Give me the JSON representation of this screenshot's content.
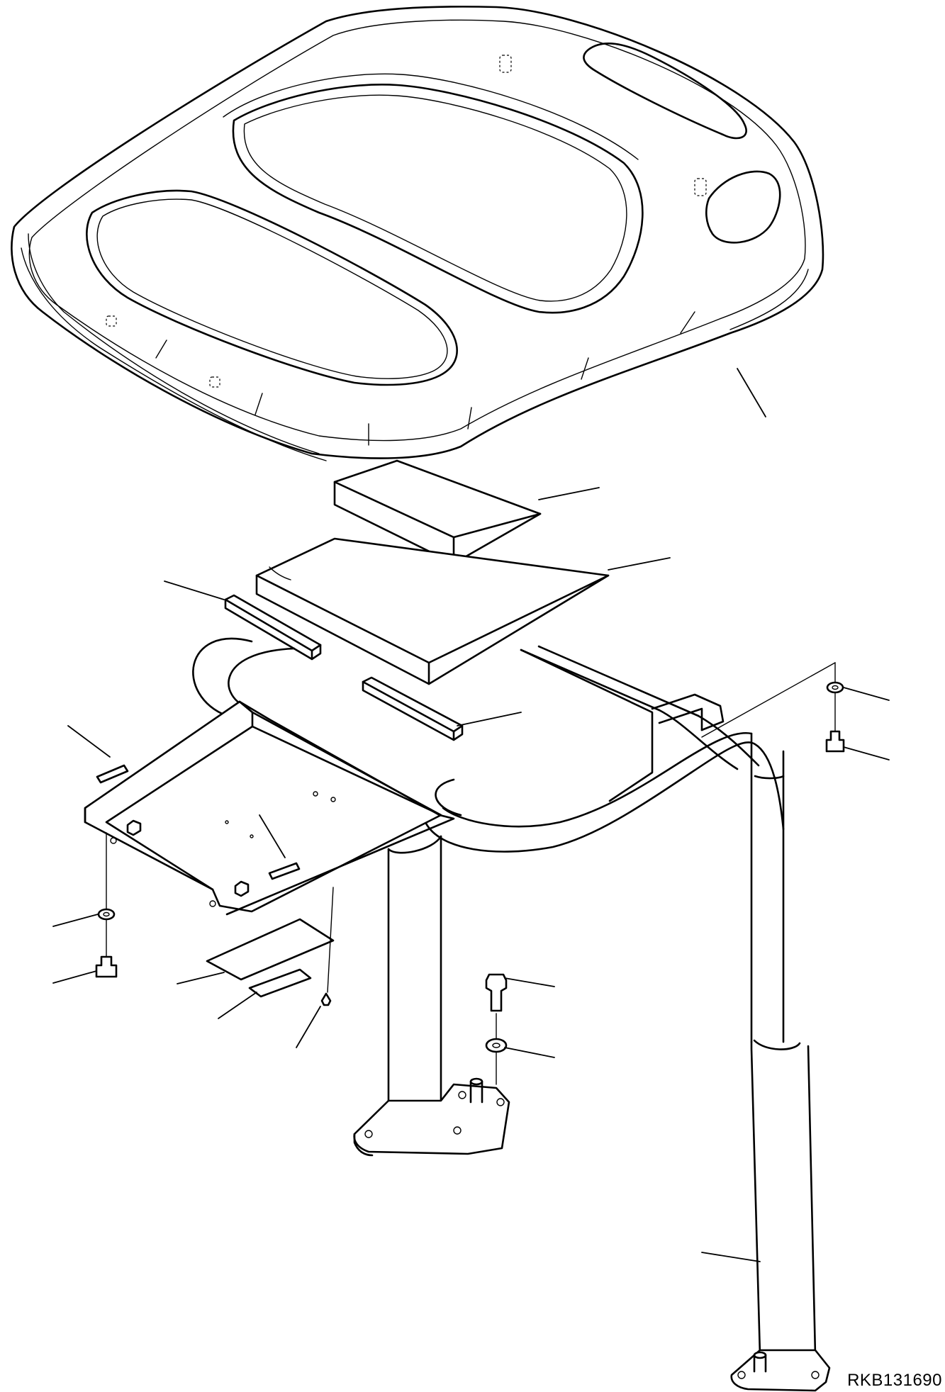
{
  "drawing": {
    "code": "RKB131690",
    "parts": [
      {
        "id": "seat-cushion",
        "icon": "seat-cushion-icon"
      },
      {
        "id": "upper-foam-pad",
        "icon": "foam-pad-icon"
      },
      {
        "id": "lower-foam-pad",
        "icon": "foam-pad-icon"
      },
      {
        "id": "spacer-strip-left",
        "icon": "strip-icon"
      },
      {
        "id": "spacer-strip-center",
        "icon": "strip-icon"
      },
      {
        "id": "seat-pan",
        "icon": "seat-pan-icon"
      },
      {
        "id": "seat-frame",
        "icon": "tube-frame-icon"
      },
      {
        "id": "front-post",
        "icon": "post-icon"
      },
      {
        "id": "rear-leg",
        "icon": "post-icon"
      },
      {
        "id": "bolt",
        "icon": "bolt-icon"
      },
      {
        "id": "washer",
        "icon": "washer-icon"
      },
      {
        "id": "label-plate",
        "icon": "label-icon"
      },
      {
        "id": "rivet",
        "icon": "rivet-icon"
      }
    ]
  }
}
